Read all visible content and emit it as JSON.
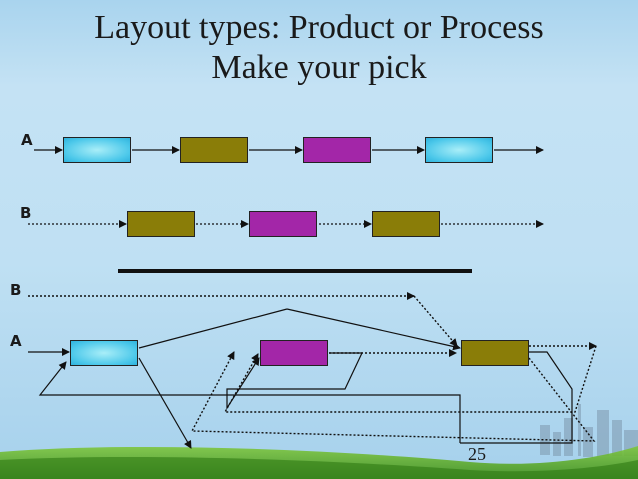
{
  "title": {
    "line1": "Layout types: Product or Process",
    "line2": "Make your pick"
  },
  "labels": {
    "top_a": "A",
    "top_b": "B",
    "bottom_b": "B",
    "bottom_a": "A"
  },
  "colors": {
    "cyan_box": "#4cc8ea",
    "olive_box": "#8a7d08",
    "purple_box": "#a326a8",
    "background": "#bfe0f3"
  },
  "page_number": "25"
}
